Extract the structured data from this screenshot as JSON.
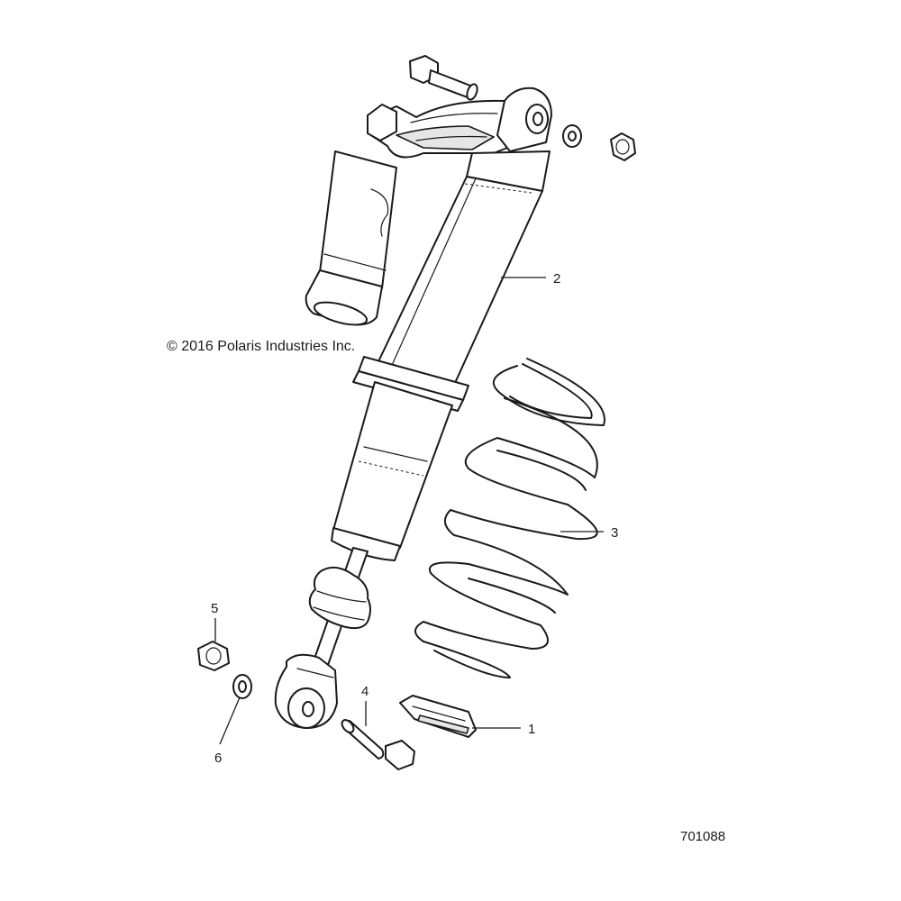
{
  "copyright": "© 2016 Polaris Industries Inc.",
  "figure_number": "701088",
  "callouts": [
    {
      "id": "1",
      "label": "1"
    },
    {
      "id": "2",
      "label": "2"
    },
    {
      "id": "3",
      "label": "3"
    },
    {
      "id": "4",
      "label": "4"
    },
    {
      "id": "5",
      "label": "5"
    },
    {
      "id": "6",
      "label": "6"
    }
  ],
  "colors": {
    "line": "#1a1a1a",
    "background": "#ffffff",
    "shade": "#e6e6e6"
  }
}
